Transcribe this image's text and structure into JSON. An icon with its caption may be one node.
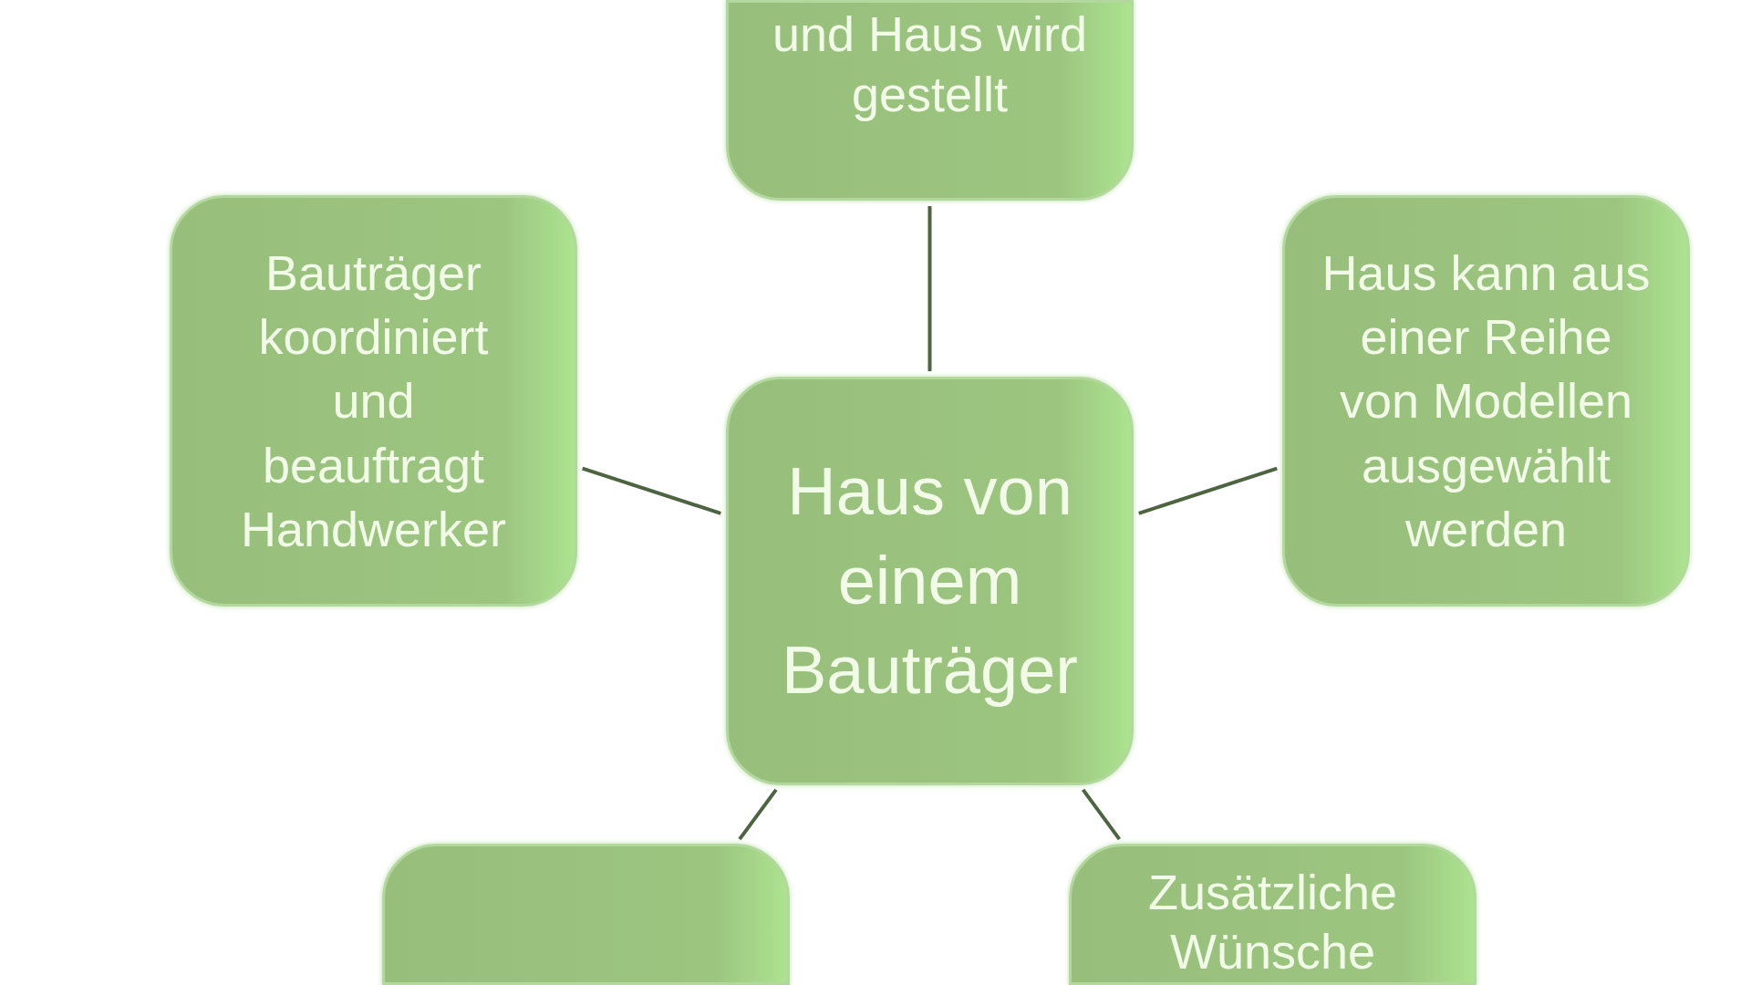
{
  "diagram": {
    "nodes": [
      {
        "text": [
          "und Haus wird gestellt"
        ]
      },
      {
        "text": [
          "Bauträger koordiniert und beauftragt Handwerker"
        ]
      },
      {
        "text": [
          "Haus von einem Bauträger"
        ]
      },
      {
        "text": [
          "Haus kann aus einer Reihe von Modellen ausgewählt werden"
        ]
      },
      {
        "text": [],
        "shape": "box"
      },
      {
        "text": [
          "Zusätzliche Wünsche"
        ]
      }
    ],
    "edges": [
      {
        "from": 2,
        "to": 0,
        "arrow": "none"
      },
      {
        "from": 2,
        "to": 1,
        "arrow": "none"
      },
      {
        "from": 2,
        "to": 3,
        "arrow": "none"
      },
      {
        "from": 2,
        "to": 4,
        "arrow": "none"
      },
      {
        "from": 2,
        "to": 5,
        "arrow": "none"
      }
    ]
  }
}
